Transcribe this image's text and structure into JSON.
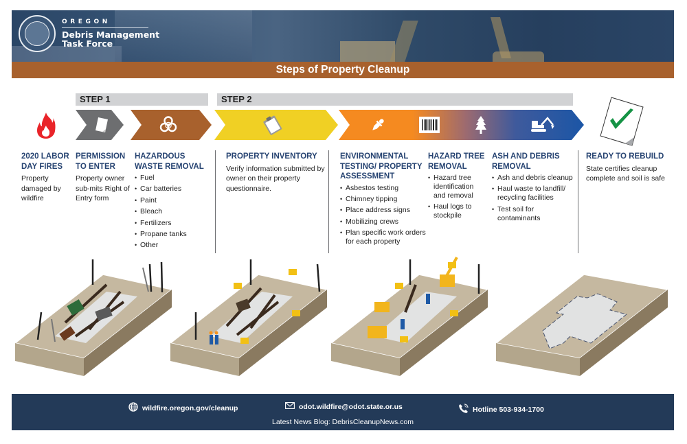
{
  "header": {
    "state": "OREGON",
    "org_line1": "Debris Management",
    "org_line2": "Task Force",
    "seal_icon": "oregon-state-seal",
    "title": "Steps of Property Cleanup"
  },
  "step_labels": [
    {
      "label": "STEP 1"
    },
    {
      "label": "STEP 2"
    }
  ],
  "chevrons": [
    {
      "name": "permission",
      "color": "#6d6e70",
      "icon": "document-icon"
    },
    {
      "name": "hazardous",
      "color": "#a8612d",
      "icon": "biohazard-icon"
    },
    {
      "name": "inventory",
      "color": "#f0d024",
      "icon": "clipboard-icon"
    },
    {
      "name": "testing-to-ash",
      "color_start": "#f58a20",
      "color_end": "#1b56a6",
      "icons": [
        "dropper-icon",
        "barcode-icon",
        "tree-icon",
        "excavator-icon"
      ]
    }
  ],
  "steps": [
    {
      "title": "2020 LABOR DAY FIRES",
      "description": "Property damaged by wildfire",
      "icon": "fire-icon"
    },
    {
      "title": "PERMISSION TO ENTER",
      "description": "Property owner sub-mits Right of Entry form"
    },
    {
      "title": "HAZARDOUS WASTE REMOVAL",
      "items": [
        "Fuel",
        "Car batteries",
        "Paint",
        "Bleach",
        "Fertilizers",
        "Propane tanks",
        "Other"
      ]
    },
    {
      "title": "PROPERTY INVENTORY",
      "description": "Verify information submitted by owner on their property questionnaire."
    },
    {
      "title": "ENVIRONMENTAL TESTING/ PROPERTY ASSESSMENT",
      "items": [
        "Asbestos testing",
        "Chimney tipping",
        "Place address signs",
        "Mobilizing crews",
        "Plan specific work orders for each property"
      ]
    },
    {
      "title": "HAZARD TREE REMOVAL",
      "items": [
        "Hazard tree identification and removal",
        "Haul logs to stockpile"
      ]
    },
    {
      "title": "ASH AND DEBRIS REMOVAL",
      "items": [
        "Ash and debris cleanup",
        "Haul waste to landfill/ recycling facilities",
        "Test soil for contaminants"
      ]
    },
    {
      "title": "READY TO REBUILD",
      "description": "State certifies cleanup complete and soil is safe",
      "icon": "checked-document-icon"
    }
  ],
  "illustrations": [
    {
      "name": "burned-property",
      "caption": ""
    },
    {
      "name": "property-with-address-signs",
      "caption": ""
    },
    {
      "name": "property-cleanup-crews",
      "caption": ""
    },
    {
      "name": "cleared-property",
      "caption": ""
    }
  ],
  "footer": {
    "website": "wildfire.oregon.gov/cleanup",
    "email": "odot.wildfire@odot.state.or.us",
    "hotline": "Hotline 503-934-1700",
    "blog": "Latest News Blog: DebrisCleanupNews.com"
  },
  "colors": {
    "navy": "#233a58",
    "rust": "#a8612d",
    "heading_blue": "#274472",
    "gray_chevron": "#6d6e70",
    "yellow_chevron": "#f0d024",
    "orange": "#f58a20",
    "blue": "#1b56a6",
    "step_label_bg": "#d1d2d4",
    "ground": "#c5b8a0"
  }
}
